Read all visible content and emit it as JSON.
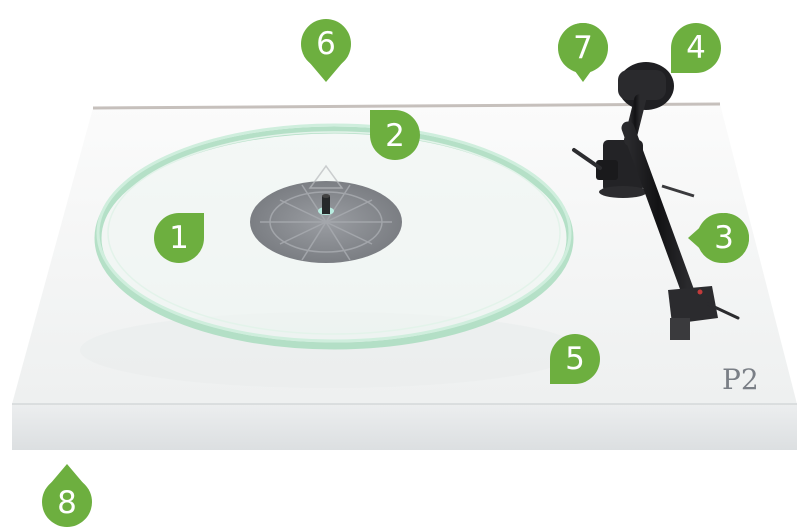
{
  "diagram": {
    "colors": {
      "callout": "#6daf3f",
      "plinth_top": "#f6f7f7",
      "plinth_front": "#e6e8ea",
      "glass_edge": "#bde3c8",
      "tonearm": "#1b1b1d"
    },
    "model_badge": "P2",
    "callouts": [
      "1",
      "2",
      "3",
      "4",
      "5",
      "6",
      "7",
      "8"
    ]
  }
}
